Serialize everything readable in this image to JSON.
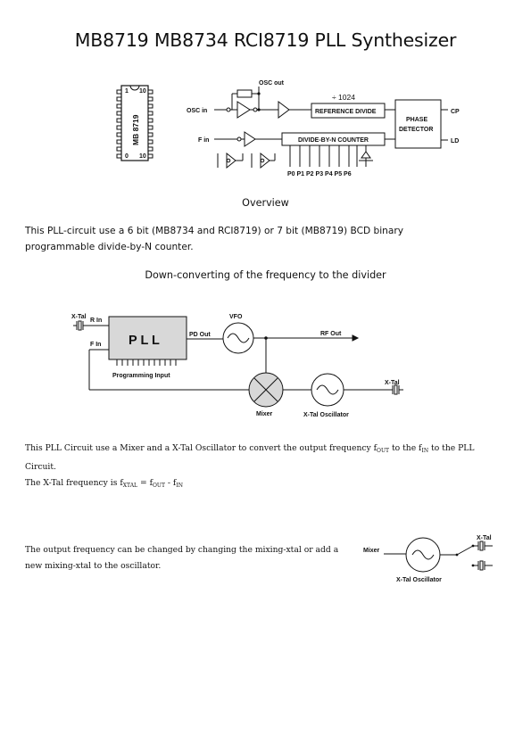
{
  "title": "MB8719 MB8734 RCI8719 PLL Synthesizer",
  "fig1": {
    "chip_label": "MB 8719",
    "chip_pin_1": "1",
    "chip_pin_10_top": "10",
    "chip_pin_0": "0",
    "chip_pin_10_bottom": "10",
    "osc_out": "OSC out",
    "osc_in": "OSC in",
    "f_in": "F in",
    "div_label": "÷ 1024",
    "ref_divide": "REFERENCE DIVIDE",
    "div_n": "DIVIDE-BY-N COUNTER",
    "phase_1": "PHASE",
    "phase_2": "DETECTOR",
    "cp": "CP",
    "ld": "LD",
    "p_labels": "P0 P1 P2 P3 P4 P5 P6"
  },
  "overview": {
    "heading": "Overview",
    "line1": "This PLL-circuit use a 6 bit (MB8734 and RCI8719) or 7 bit (MB8719) BCD binary",
    "line2": "programmable divide-by-N counter."
  },
  "down": {
    "heading": "Down-converting of the frequency to the divider"
  },
  "fig2": {
    "xtal_left": "X-Tal",
    "r_in": "R In",
    "f_in": "F In",
    "pll": "P L L",
    "pd_out": "PD Out",
    "vfo": "VFO",
    "rf_out": "RF Out",
    "prog_input": "Programming Input",
    "mixer": "Mixer",
    "xtal_osc": "X-Tal Oscillator",
    "xtal_right": "X-Tal"
  },
  "para2": {
    "l1_a": "This PLL Circuit use a Mixer and a X-Tal Oscillator to convert the output frequency f",
    "l1_sub1": "OUT",
    "l1_b": " to the f",
    "l1_sub2": "IN",
    "l1_c": " to the PLL",
    "l2": "Circuit.",
    "l3_a": "The X-Tal frequency is f",
    "l3_sub1": "XTAL",
    "l3_b": " = f",
    "l3_sub2": "OUT",
    "l3_c": " - f",
    "l3_sub3": "IN"
  },
  "para3": {
    "l1": "The output frequency can be changed by changing the mixing-xtal or add a",
    "l2": "new mixing-xtal to the oscillator."
  },
  "fig3": {
    "mixer": "Mixer",
    "xtal": "X-Tal",
    "xtal_osc": "X-Tal Oscillator"
  }
}
